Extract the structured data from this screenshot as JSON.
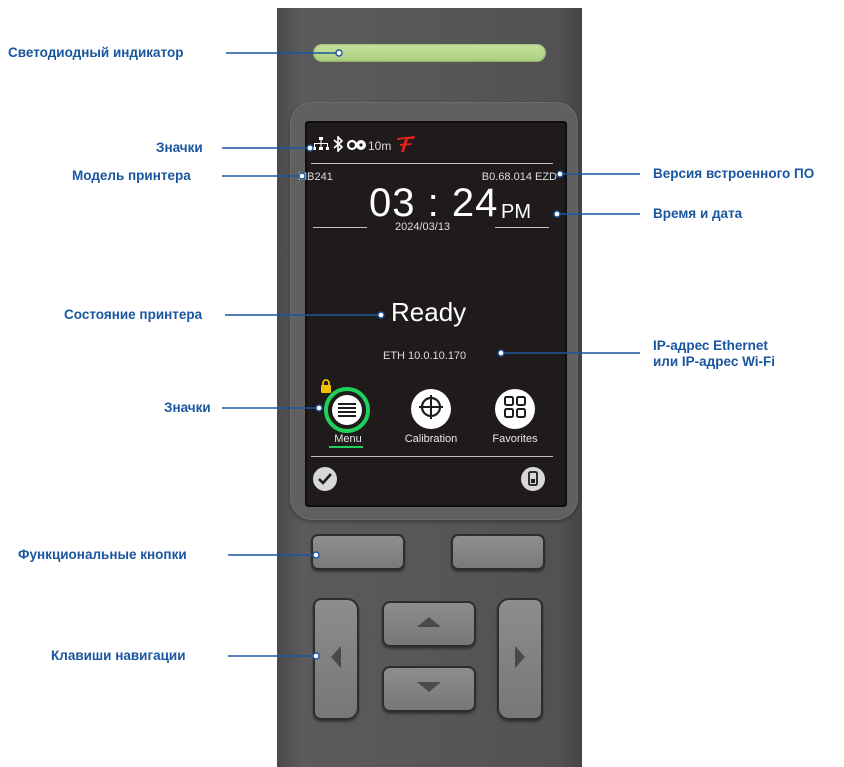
{
  "labels": {
    "led": "Светодиодный индикатор",
    "icons_top": "Значки",
    "printer_model": "Модель принтера",
    "firmware_version": "Версия встроенного ПО",
    "time_date": "Время и дата",
    "printer_status": "Состояние принтера",
    "ip_line1": "IP-адрес Ethernet",
    "ip_line2": "или IP-адрес Wi-Fi",
    "icons_bottom": "Значки",
    "function_keys": "Функциональные кнопки",
    "navigation_keys": "Клавиши навигации"
  },
  "screen": {
    "ribbon_length": "10m",
    "model": "MB241",
    "firmware": "B0.68.014  EZD",
    "time": "03 : 24",
    "ampm": "PM",
    "date": "2024/03/13",
    "status": "Ready",
    "ip": "ETH 10.0.10.170",
    "buttons": [
      {
        "label": "Menu",
        "icon": "menu-icon"
      },
      {
        "label": "Calibration",
        "icon": "crosshair-icon"
      },
      {
        "label": "Favorites",
        "icon": "grid-icon"
      }
    ],
    "left_softkey_icon": "check-icon",
    "right_softkey_icon": "device-icon"
  },
  "colors": {
    "label": "#1a56a0",
    "led": "#b8d98a",
    "menu_ring": "#1fd05a",
    "lock": "#f2c200",
    "brand_red": "#e0201b"
  }
}
